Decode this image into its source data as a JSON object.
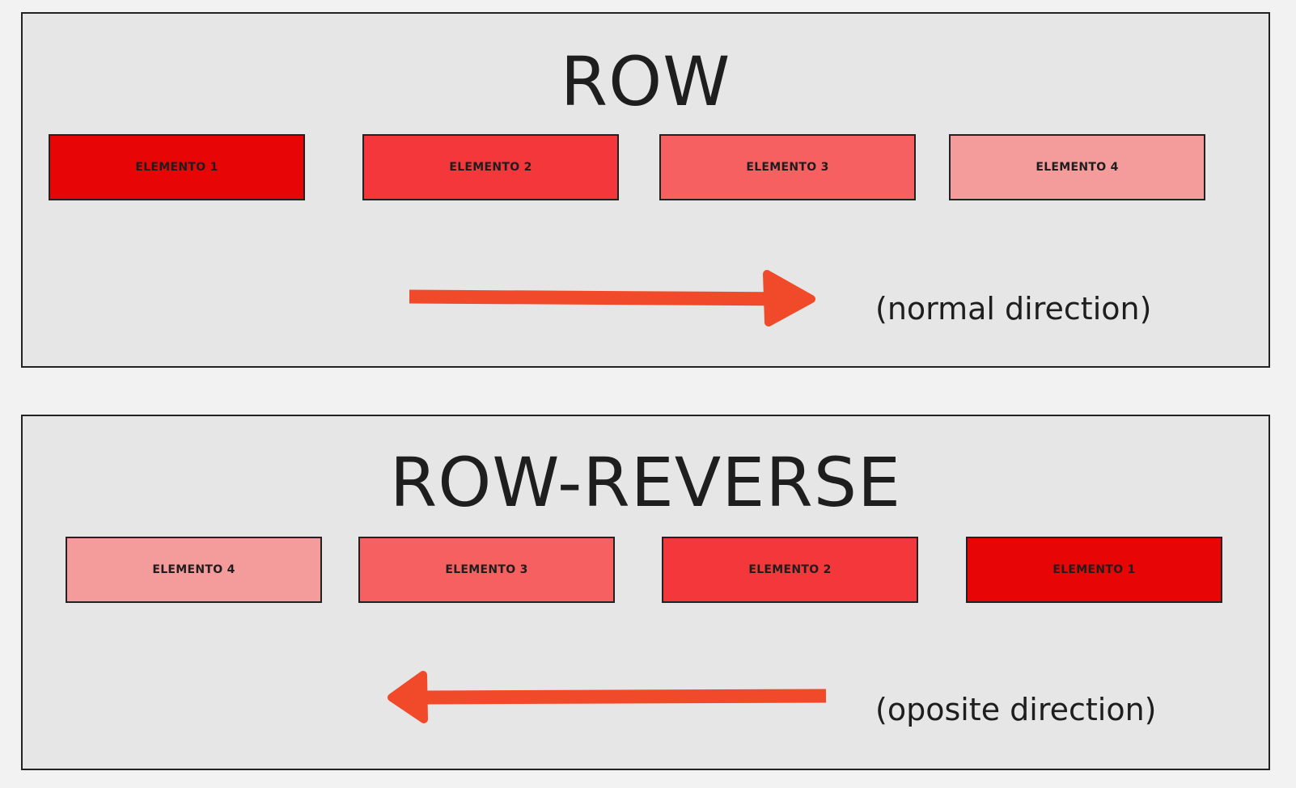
{
  "colors": {
    "background": "#f2f2f2",
    "panel": "#e6e6e6",
    "border": "#222222",
    "arrow": "#f04a2a",
    "text": "#1e1e1e",
    "shade_1": "#e80505",
    "shade_2": "#f3373a",
    "shade_3": "#f76060",
    "shade_4": "#f49b9b"
  },
  "row_panel": {
    "title": "ROW",
    "note": "(normal direction)",
    "arrow_direction": "right",
    "boxes": [
      {
        "label": "ELEMENTO 1",
        "shade": "#e80505"
      },
      {
        "label": "ELEMENTO 2",
        "shade": "#f3373a"
      },
      {
        "label": "ELEMENTO 3",
        "shade": "#f76060"
      },
      {
        "label": "ELEMENTO 4",
        "shade": "#f49b9b"
      }
    ]
  },
  "reverse_panel": {
    "title": "ROW-REVERSE",
    "note": "(oposite direction)",
    "arrow_direction": "left",
    "boxes": [
      {
        "label": "ELEMENTO 4",
        "shade": "#f49b9b"
      },
      {
        "label": "ELEMENTO 3",
        "shade": "#f76060"
      },
      {
        "label": "ELEMENTO 2",
        "shade": "#f3373a"
      },
      {
        "label": "ELEMENTO 1",
        "shade": "#e80505"
      }
    ]
  }
}
